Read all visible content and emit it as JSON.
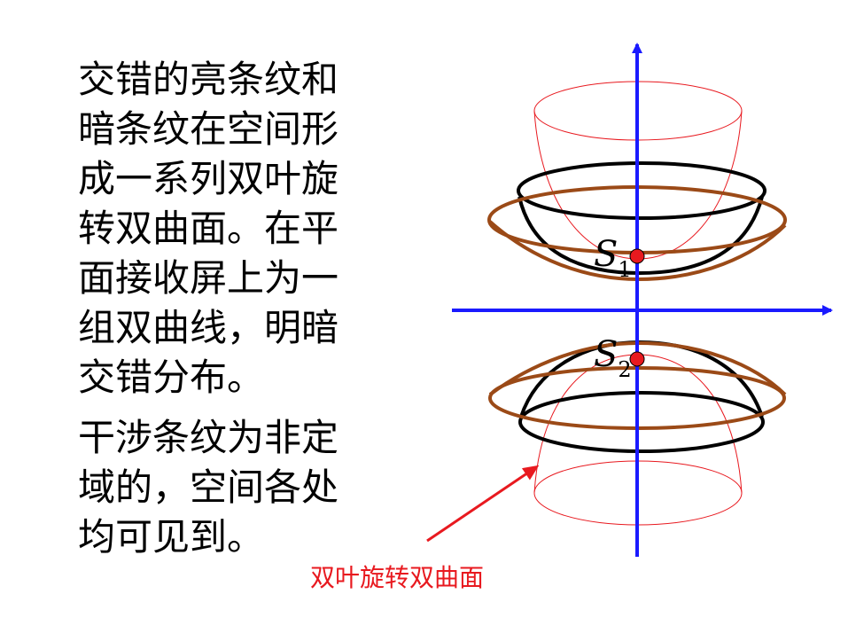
{
  "slide": {
    "paragraph_1": [
      "交错的亮条纹和",
      "暗条纹在空间形",
      "成一系列双叶旋",
      "转双曲面。在平",
      "面接收屏上为一",
      "组双曲线，明暗",
      "交错分布。"
    ],
    "paragraph_2": [
      "干涉条纹为非定",
      "域的，空间各处",
      "均可见到。"
    ],
    "caption": "双叶旋转双曲面",
    "sources": {
      "s1_letter": "S",
      "s1_sub": "1",
      "s2_letter": "S",
      "s2_sub": "2"
    }
  },
  "colors": {
    "axis": "#1a1aff",
    "thin_surface": "#e8191f",
    "black_ring": "#000000",
    "brown_ring": "#9b4a17",
    "source_point": "#e8191f",
    "caption": "#e8191f"
  }
}
